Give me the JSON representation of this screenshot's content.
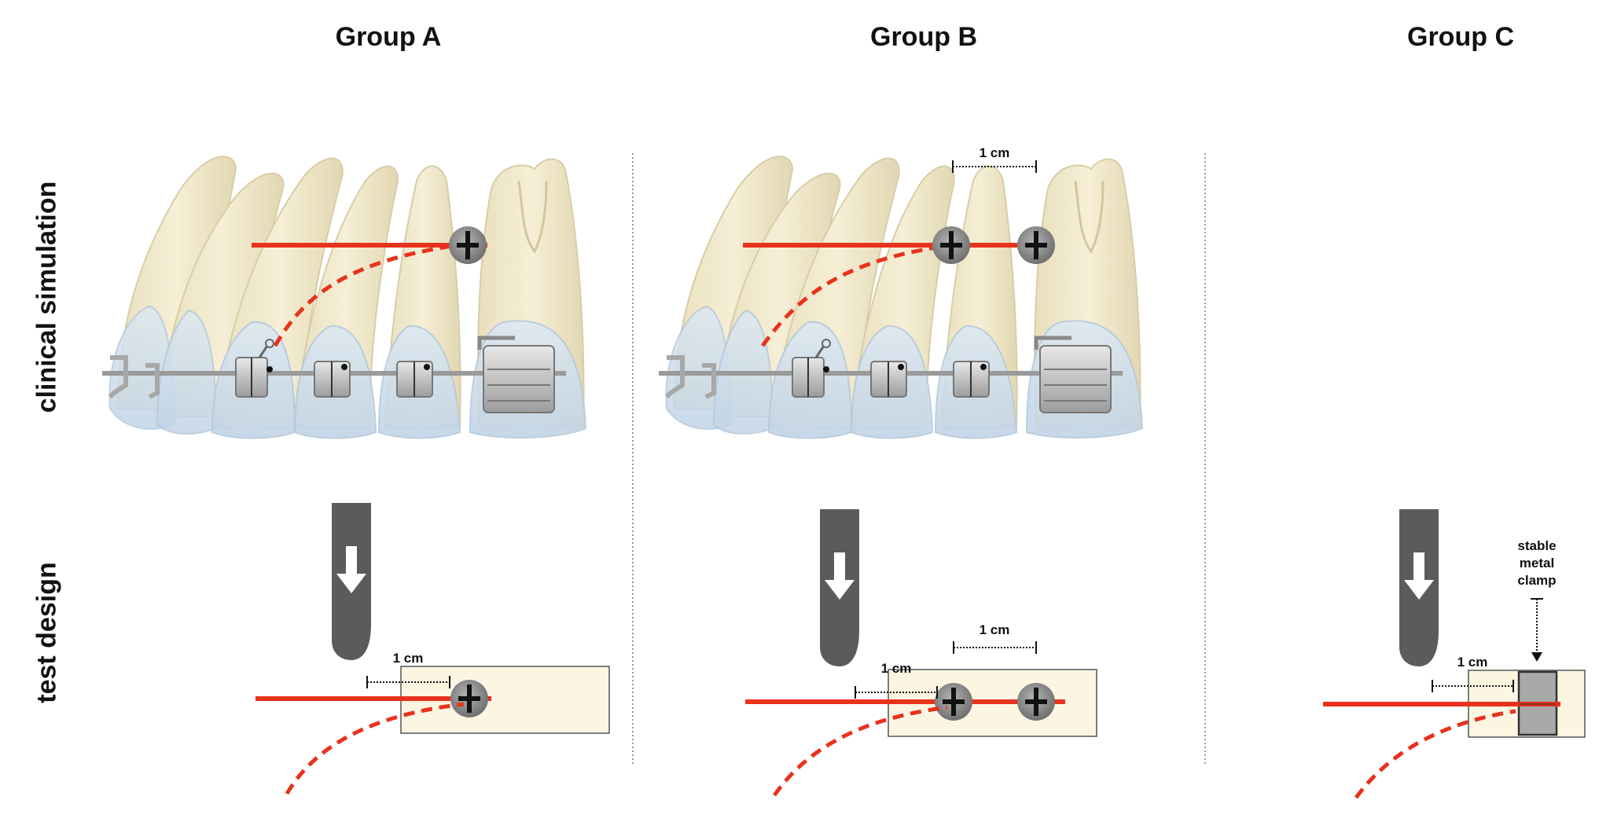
{
  "groups": [
    {
      "id": "A",
      "title": "Group A",
      "clinical_distance_label": "",
      "test_distance_label": "1 cm",
      "test_distance_label_2": ""
    },
    {
      "id": "B",
      "title": "Group B",
      "clinical_distance_label": "1 cm",
      "test_distance_label": "1 cm",
      "test_distance_label_2": "1 cm"
    },
    {
      "id": "C",
      "title": "Group C",
      "clinical_distance_label": "",
      "test_distance_label": "1 cm",
      "clamp_label_lines": [
        "stable",
        "metal",
        "clamp"
      ]
    }
  ],
  "row_labels": {
    "clinical": "clinical simulation",
    "test": "test design"
  },
  "colors": {
    "wire": "#e8321c",
    "tooth": "#f1e7c6",
    "enamel_blue": "#cfe0ef",
    "screw": "#8d8d8d",
    "plunger": "#585858",
    "block": "#fbf5e2",
    "clamp": "#a9a9a9"
  }
}
